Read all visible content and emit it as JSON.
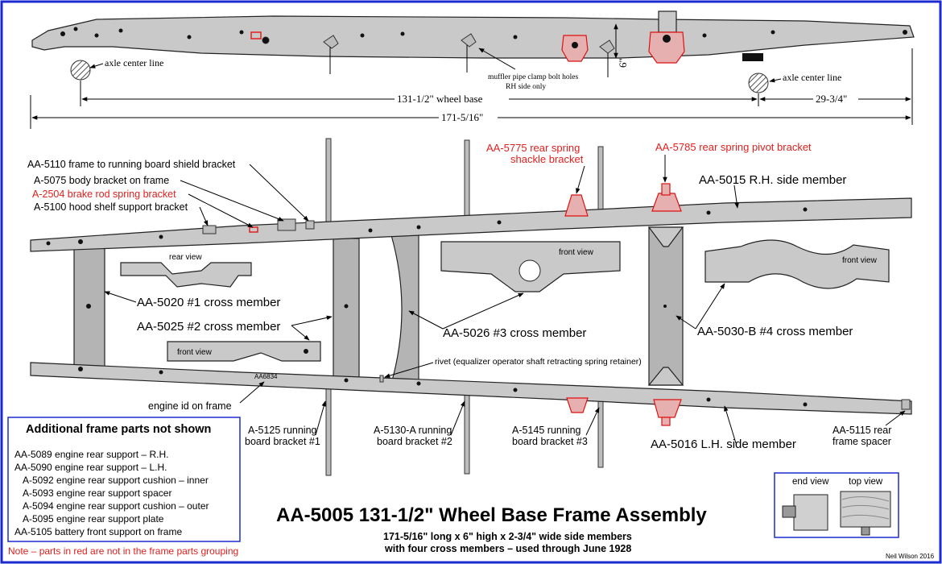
{
  "title": "AA-5005 131-1/2\" Wheel Base Frame Assembly",
  "subtitle_line1": "171-5/16\" long x 6\" high x 2-3/4\" wide side members",
  "subtitle_line2": "with four cross members – used through June 1928",
  "credit": "Neil Wilson 2016",
  "side_view": {
    "axle_left": "axle center line",
    "axle_right": "axle center line",
    "muffler_note_1": "muffler pipe clamp bolt holes",
    "muffler_note_2": "RH side only",
    "height_dim": "6\"",
    "wheel_base_dim": "131-1/2\"  wheel base",
    "rear_overhang_dim": "29-3/4\"",
    "overall_length_dim": "171-5/16\""
  },
  "labels": {
    "aa5110": "AA-5110 frame to running board shield bracket",
    "a5075": "A-5075 body bracket on frame",
    "a2504": "A-2504 brake rod spring bracket",
    "a5100": "A-5100 hood shelf support bracket",
    "aa5775_1": "AA-5775 rear spring",
    "aa5775_2": "shackle bracket",
    "aa5785": "AA-5785 rear spring pivot bracket",
    "aa5015": "AA-5015 R.H. side member",
    "aa5016": "AA-5016 L.H. side member",
    "aa5020": "AA-5020 #1 cross member",
    "aa5025": "AA-5025 #2 cross member",
    "aa5026": "AA-5026 #3 cross member",
    "aa5030b": "AA-5030-B #4 cross member",
    "rear_view": "rear view",
    "front_view_1": "front view",
    "front_view_2": "front view",
    "front_view_3": "front view",
    "rivet_note": "rivet (equalizer operator shaft retracting spring retainer)",
    "engine_id_stamp": "AA6834",
    "engine_id": "engine id on frame",
    "a5125_1": "A-5125 running",
    "a5125_2": "board bracket #1",
    "a5130a_1": "A-5130-A running",
    "a5130a_2": "board bracket #2",
    "a5145_1": "A-5145 running",
    "a5145_2": "board bracket #3",
    "aa5115_1": "AA-5115 rear",
    "aa5115_2": "frame spacer",
    "end_view": "end view",
    "top_view": "top view"
  },
  "parts_box": {
    "heading": "Additional frame parts not shown",
    "items": [
      "AA-5089 engine rear support – R.H.",
      "AA-5090 engine rear support – L.H.",
      "A-5092 engine rear support cushion – inner",
      "A-5093 engine rear support spacer",
      "A-5094 engine rear support cushion – outer",
      "A-5095 engine rear support plate",
      "AA-5105 battery front support on frame"
    ],
    "note": "Note – parts in red are not in the frame parts grouping"
  },
  "colors": {
    "border": "#1c2bd0",
    "red_text": "#e0201e",
    "frame_fill": "#c9c9c9"
  }
}
